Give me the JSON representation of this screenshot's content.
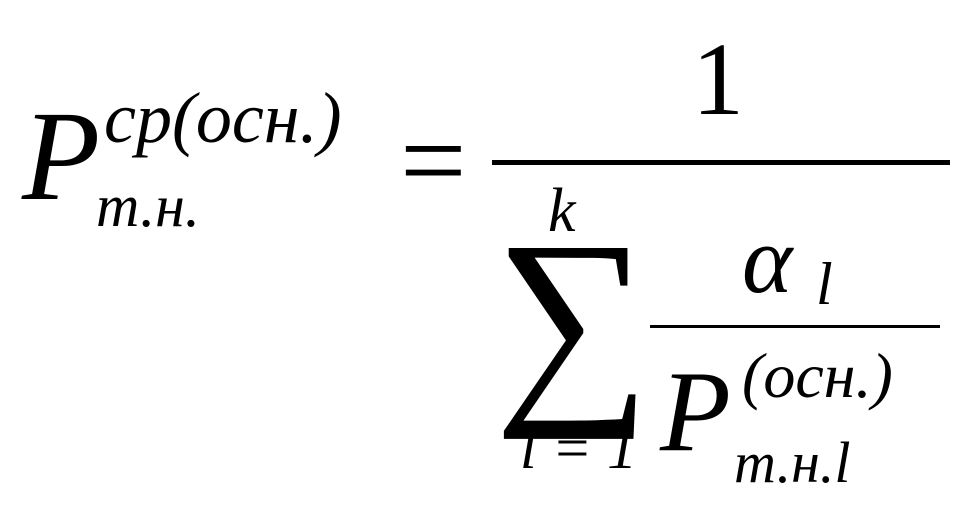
{
  "formula": {
    "lhs": {
      "symbol": "P",
      "superscript": "ср(осн.)",
      "subscript": "т.н."
    },
    "equals": "=",
    "fraction": {
      "numerator": "1",
      "denominator": {
        "sum": {
          "sign": "∑",
          "upper": "k",
          "lower": "l = 1"
        },
        "term": {
          "numerator": {
            "symbol": "α",
            "subscript": "l"
          },
          "denominator": {
            "symbol": "P",
            "superscript": "(осн.)",
            "subscript": "т.н.l"
          }
        }
      }
    }
  }
}
